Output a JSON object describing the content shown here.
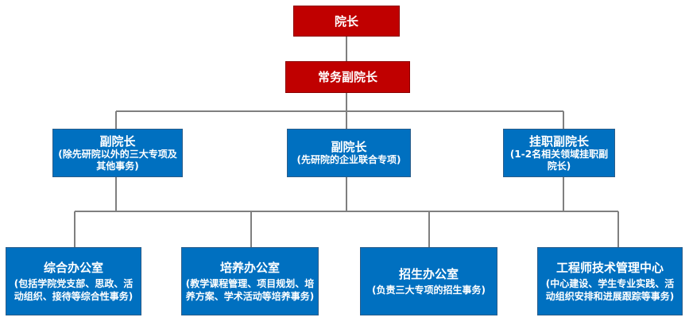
{
  "dean": {
    "title": "院长"
  },
  "exec_vp": {
    "title": "常务副院长"
  },
  "vps": [
    {
      "title": "副院长",
      "desc": "(除先研院以外的三大专项及其他事务)"
    },
    {
      "title": "副院长",
      "desc": "(先研院的企业联合专项)"
    },
    {
      "title": "挂职副院长",
      "desc": "(1-2名相关领域挂职副院长)"
    }
  ],
  "offices": [
    {
      "title": "综合办公室",
      "desc": "(包括学院党支部、思政、活动组织、接待等综合性事务)"
    },
    {
      "title": "培养办公室",
      "desc": "(教学课程管理、项目规划、培养方案、学术活动等培养事务)"
    },
    {
      "title": "招生办公室",
      "desc": "(负责三大专项的招生事务)"
    },
    {
      "title": "工程师技术管理中心",
      "desc": "(中心建设、学生专业实践、活动组织安排和进展跟踪等事务)"
    }
  ],
  "colors": {
    "leader_fill": "#c00000",
    "unit_fill": "#0070c0",
    "connector": "#7f7f7f",
    "text": "#ffffff"
  }
}
